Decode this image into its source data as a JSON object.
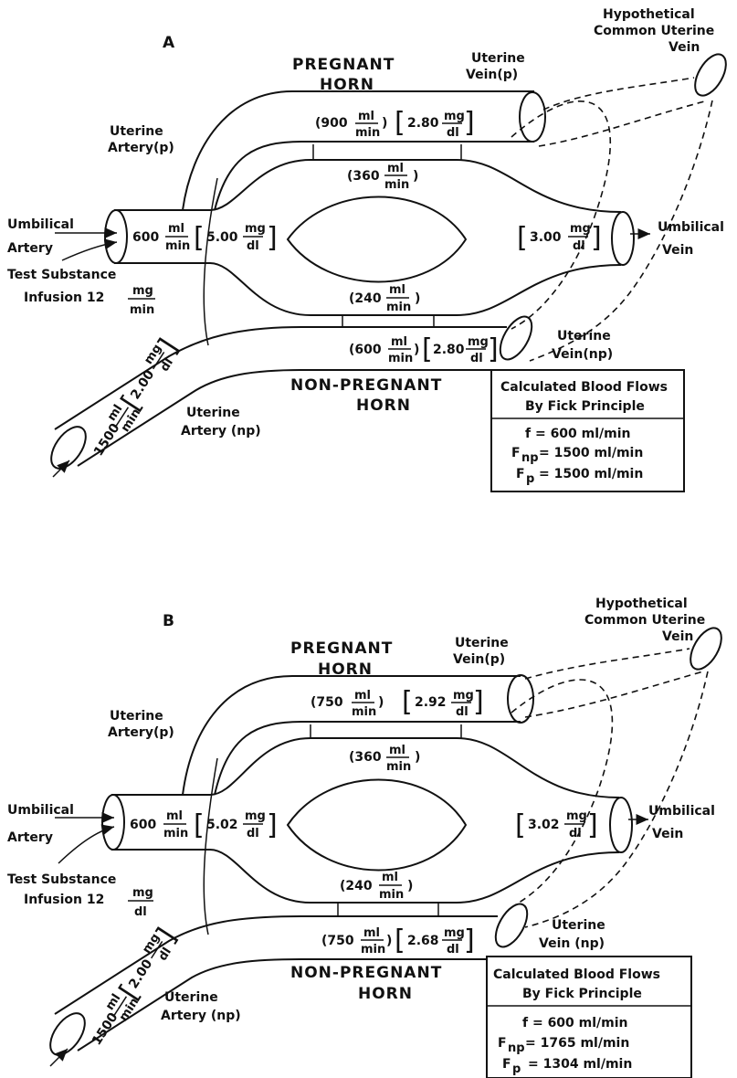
{
  "panel_a": {
    "label": "A",
    "pregnant_horn": [
      "PREGNANT",
      "HORN"
    ],
    "non_pregnant_horn": [
      "NON-PREGNANT",
      "HORN"
    ],
    "hypothetical_vein": [
      "Hypothetical",
      "Common Uterine",
      "Vein"
    ],
    "uterine_vein_p": [
      "Uterine",
      "Vein(p)"
    ],
    "uterine_artery_p": [
      "Uterine",
      "Artery(p)"
    ],
    "umbilical_artery": [
      "Umbilical",
      "Artery"
    ],
    "umbilical_vein": [
      "Umbilical",
      "Vein"
    ],
    "test_substance": [
      "Test Substance",
      "Infusion 12"
    ],
    "infusion_unit": {
      "num": "mg",
      "den": "min"
    },
    "uterine_vein_np": [
      "Uterine",
      "Vein(np)"
    ],
    "uterine_artery_np": [
      "Uterine",
      "Artery (np)"
    ],
    "flow_preg_vein": "(900",
    "conc_preg_vein": "2.80",
    "flow_preg_shunt": "(360",
    "flow_umb_art": "600",
    "conc_umb_art": "5.00",
    "conc_umb_vein": "3.00",
    "flow_np_shunt": "(240",
    "flow_np_vein": "(600",
    "conc_np_vein": "2.80",
    "flow_np_art": "1500",
    "conc_np_art": "2.00",
    "fick": {
      "title": [
        "Calculated Blood Flows",
        "By Fick Principle"
      ],
      "lines": [
        "f = 600 ml/min",
        "= 1500 ml/min",
        "= 1500 ml/min"
      ],
      "symbols": [
        {
          "main": "F",
          "sub": "np"
        },
        {
          "main": "F",
          "sub": "p"
        }
      ]
    }
  },
  "panel_b": {
    "label": "B",
    "pregnant_horn": [
      "PREGNANT",
      "HORN"
    ],
    "non_pregnant_horn": [
      "NON-PREGNANT",
      "HORN"
    ],
    "hypothetical_vein": [
      "Hypothetical",
      "Common Uterine",
      "Vein"
    ],
    "uterine_vein_p": [
      "Uterine",
      "Vein(p)"
    ],
    "uterine_artery_p": [
      "Uterine",
      "Artery(p)"
    ],
    "umbilical_artery": [
      "Umbilical",
      "Artery"
    ],
    "umbilical_vein": [
      "Umbilical",
      "Vein"
    ],
    "test_substance": [
      "Test Substance",
      "Infusion 12"
    ],
    "infusion_unit": {
      "num": "mg",
      "den": "dl"
    },
    "uterine_vein_np": [
      "Uterine",
      "Vein (np)"
    ],
    "uterine_artery_np": [
      "Uterine",
      "Artery (np)"
    ],
    "flow_preg_vein": "(750",
    "conc_preg_vein": "2.92",
    "flow_preg_shunt": "(360",
    "flow_umb_art": "600",
    "conc_umb_art": "5.02",
    "conc_umb_vein": "3.02",
    "flow_np_shunt": "(240",
    "flow_np_vein": "(750",
    "conc_np_vein": "2.68",
    "flow_np_art": "1500",
    "conc_np_art": "2.00",
    "fick": {
      "title": [
        "Calculated Blood Flows",
        "By Fick Principle"
      ],
      "lines": [
        "f = 600 ml/min",
        "= 1765 ml/min",
        "= 1304 ml/min"
      ],
      "symbols": [
        {
          "main": "F",
          "sub": "np"
        },
        {
          "main": "F",
          "sub": "p"
        }
      ]
    }
  },
  "units": {
    "flow_num": "ml",
    "flow_den": "min",
    "conc_num": "mg",
    "conc_den": "dl",
    "close_paren": ")"
  }
}
